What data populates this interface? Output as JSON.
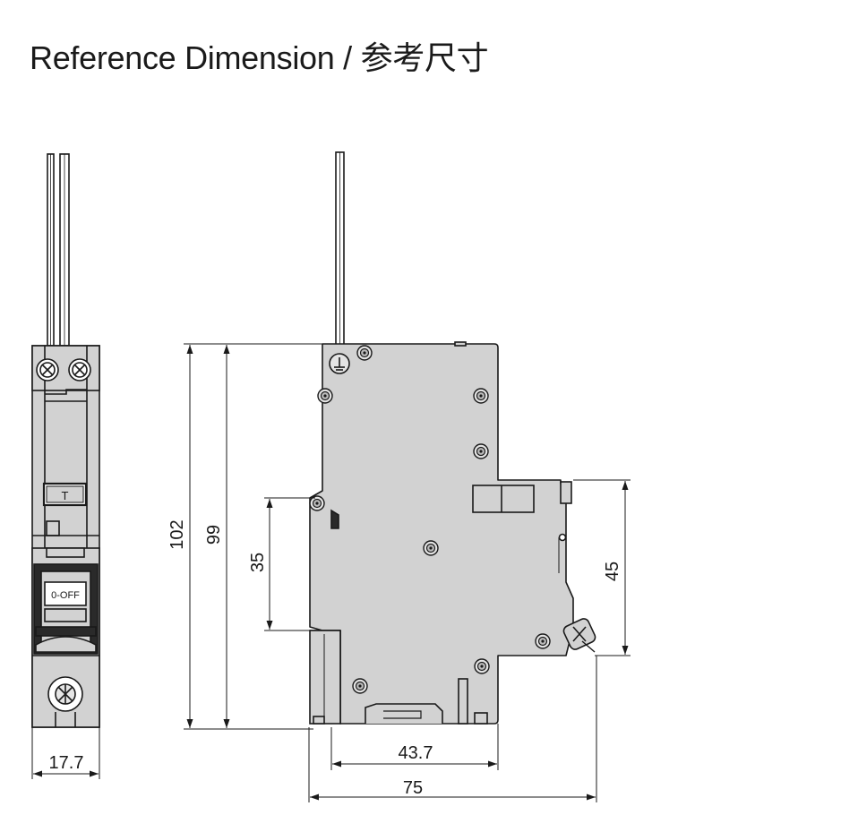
{
  "title": "Reference Dimension / 参考尺寸",
  "front_view": {
    "test_button_label": "T",
    "handle_label": "0-OFF"
  },
  "dimensions": {
    "width_front": "17.7",
    "height_total": "102",
    "height_body": "99",
    "rail_height": "35",
    "front_depth": "45",
    "depth_front": "43.7",
    "depth_total": "75"
  },
  "colors": {
    "line": "#1a1a1a",
    "body_fill": "#d2d2d2",
    "dark_fill": "#2a2a2a"
  }
}
